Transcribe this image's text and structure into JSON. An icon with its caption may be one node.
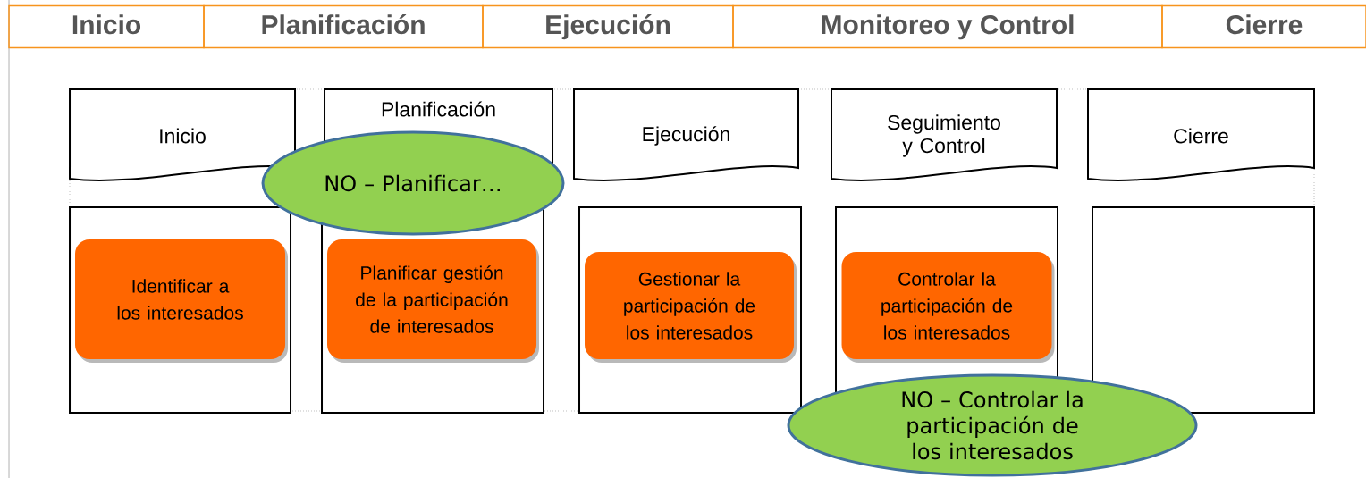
{
  "diagram": {
    "nodes": [
      {
        "text": [
          "Inicio"
        ]
      },
      {
        "text": [
          "Planificación"
        ]
      },
      {
        "text": [
          "Ejecución"
        ]
      },
      {
        "text": [
          "Monitoreo y Control"
        ]
      },
      {
        "text": [
          "Cierre"
        ]
      },
      {
        "text": [
          "Inicio"
        ]
      },
      {
        "text": [
          "Planificación"
        ]
      },
      {
        "text": [
          "Ejecución"
        ]
      },
      {
        "text": [
          "Seguimiento y Control"
        ]
      },
      {
        "text": [
          "Cierre"
        ]
      },
      {
        "text": [],
        "shape": "box"
      },
      {
        "text": [
          "Identificar a los interesados"
        ],
        "in": 10
      },
      {
        "text": [],
        "shape": "box"
      },
      {
        "text": [
          "Planificar gestión de la participación de interesados"
        ],
        "in": 12
      },
      {
        "text": [],
        "shape": "box"
      },
      {
        "text": [
          "Gestionar la participación de los interesados"
        ],
        "in": 14
      },
      {
        "text": [],
        "shape": "box"
      },
      {
        "text": [
          "Controlar la participación de los interesados"
        ],
        "in": 16
      },
      {
        "text": [],
        "shape": "box"
      },
      {
        "text": [
          "NO – Planificar…"
        ]
      },
      {
        "text": [
          "NO – Controlar la participación de los interesados"
        ]
      }
    ]
  }
}
